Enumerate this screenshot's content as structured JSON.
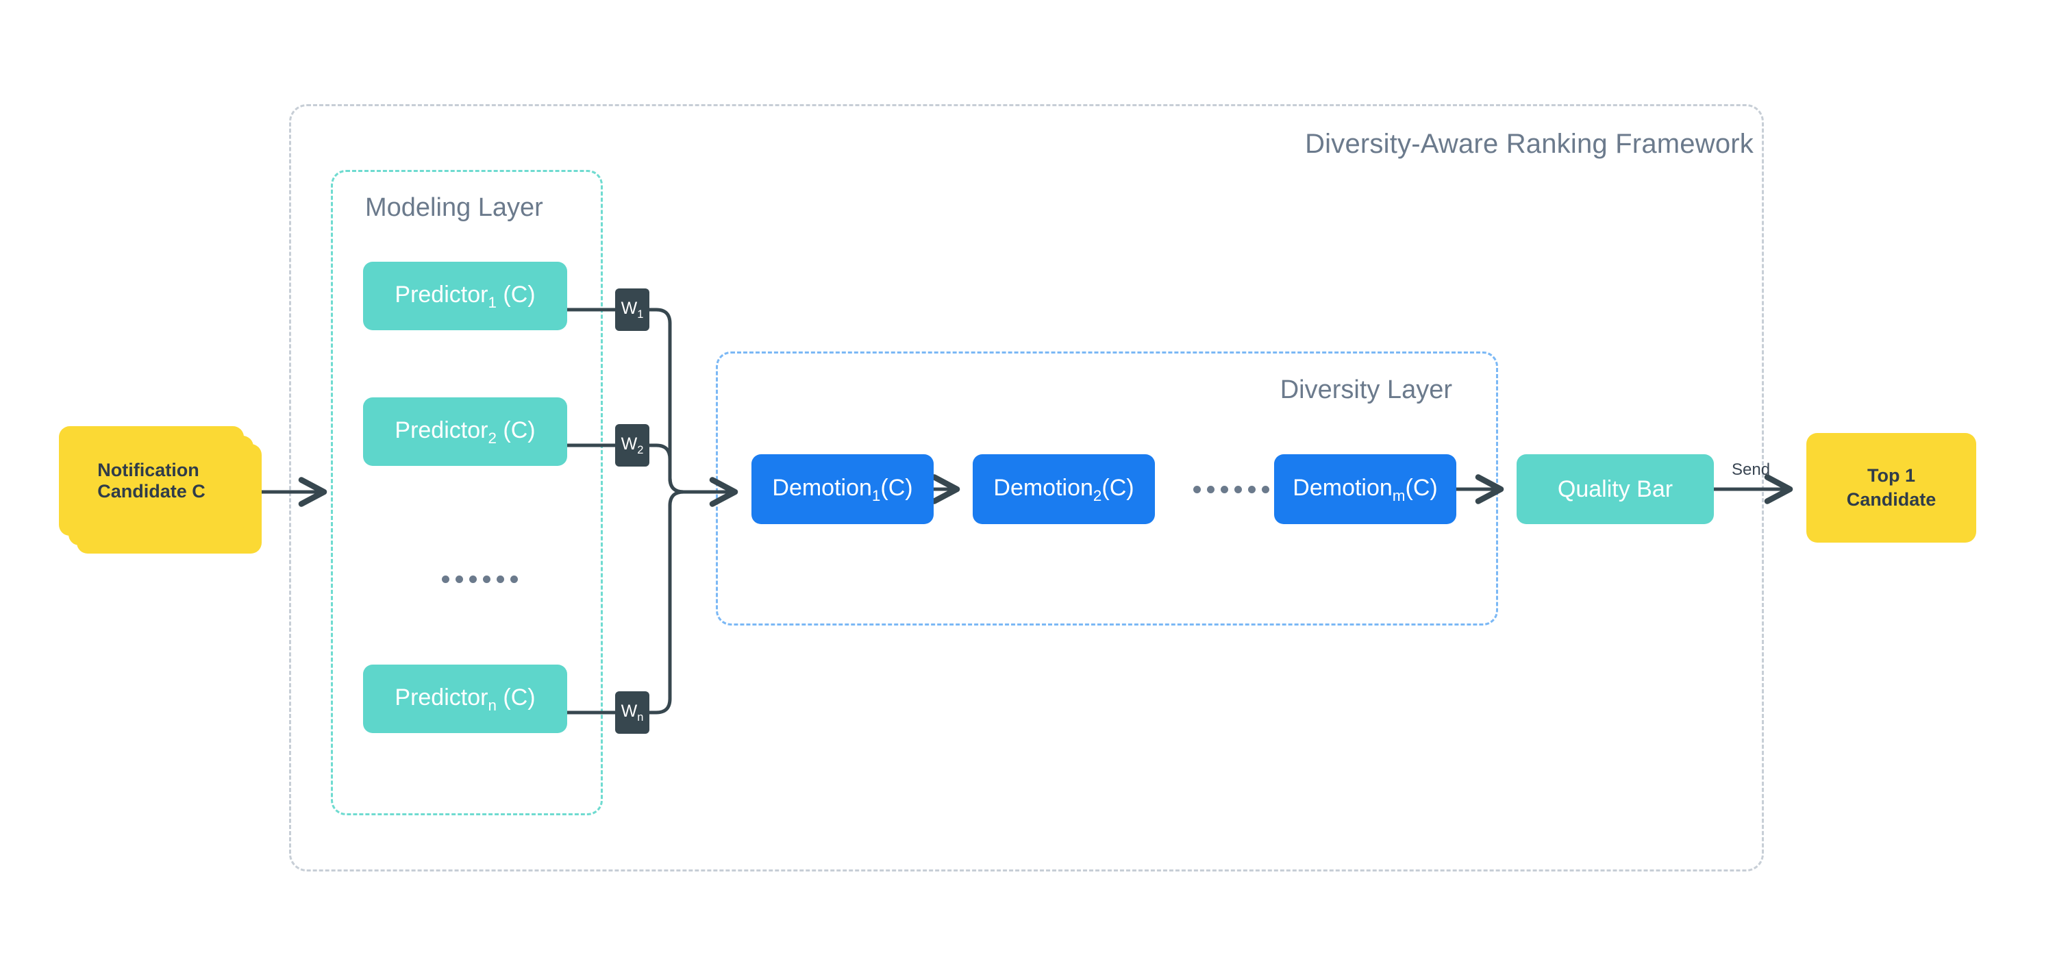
{
  "diagram": {
    "title": "Diversity-Aware Ranking Framework",
    "type": "flow-diagram",
    "colors": {
      "teal": "#5ED6CB",
      "blue": "#1A7CF0",
      "yellow": "#FBD934",
      "slate": "#37474F",
      "label_gray": "#6B7A8C",
      "outer_border": "#C7CED6",
      "modeling_border": "#6FDBD0",
      "diversity_border": "#7BB8F5"
    }
  },
  "input": {
    "label_line1": "Notification",
    "label_line2": "Candidate C",
    "stack_count": 3,
    "icon": "stacked-card-icon"
  },
  "modeling_layer": {
    "title": "Modeling Layer",
    "predictors": [
      {
        "name": "Predictor",
        "subscript": "1",
        "arg": "(C)",
        "weight": "W",
        "weight_subscript": "1"
      },
      {
        "name": "Predictor",
        "subscript": "2",
        "arg": "(C)",
        "weight": "W",
        "weight_subscript": "2"
      },
      {
        "name": "Predictor",
        "subscript": "n",
        "arg": "(C)",
        "weight": "W",
        "weight_subscript": "n"
      }
    ],
    "ellipsis": "......"
  },
  "diversity_layer": {
    "title": "Diversity Layer",
    "demotions": [
      {
        "name": "Demotion",
        "subscript": "1",
        "arg": "(C)"
      },
      {
        "name": "Demotion",
        "subscript": "2",
        "arg": "(C)"
      },
      {
        "name": "Demotion",
        "subscript": "m",
        "arg": "(C)"
      }
    ],
    "ellipsis": "......"
  },
  "quality_bar": {
    "label": "Quality Bar"
  },
  "output": {
    "label_line1": "Top 1",
    "label_line2": "Candidate",
    "edge_label": "Send"
  }
}
